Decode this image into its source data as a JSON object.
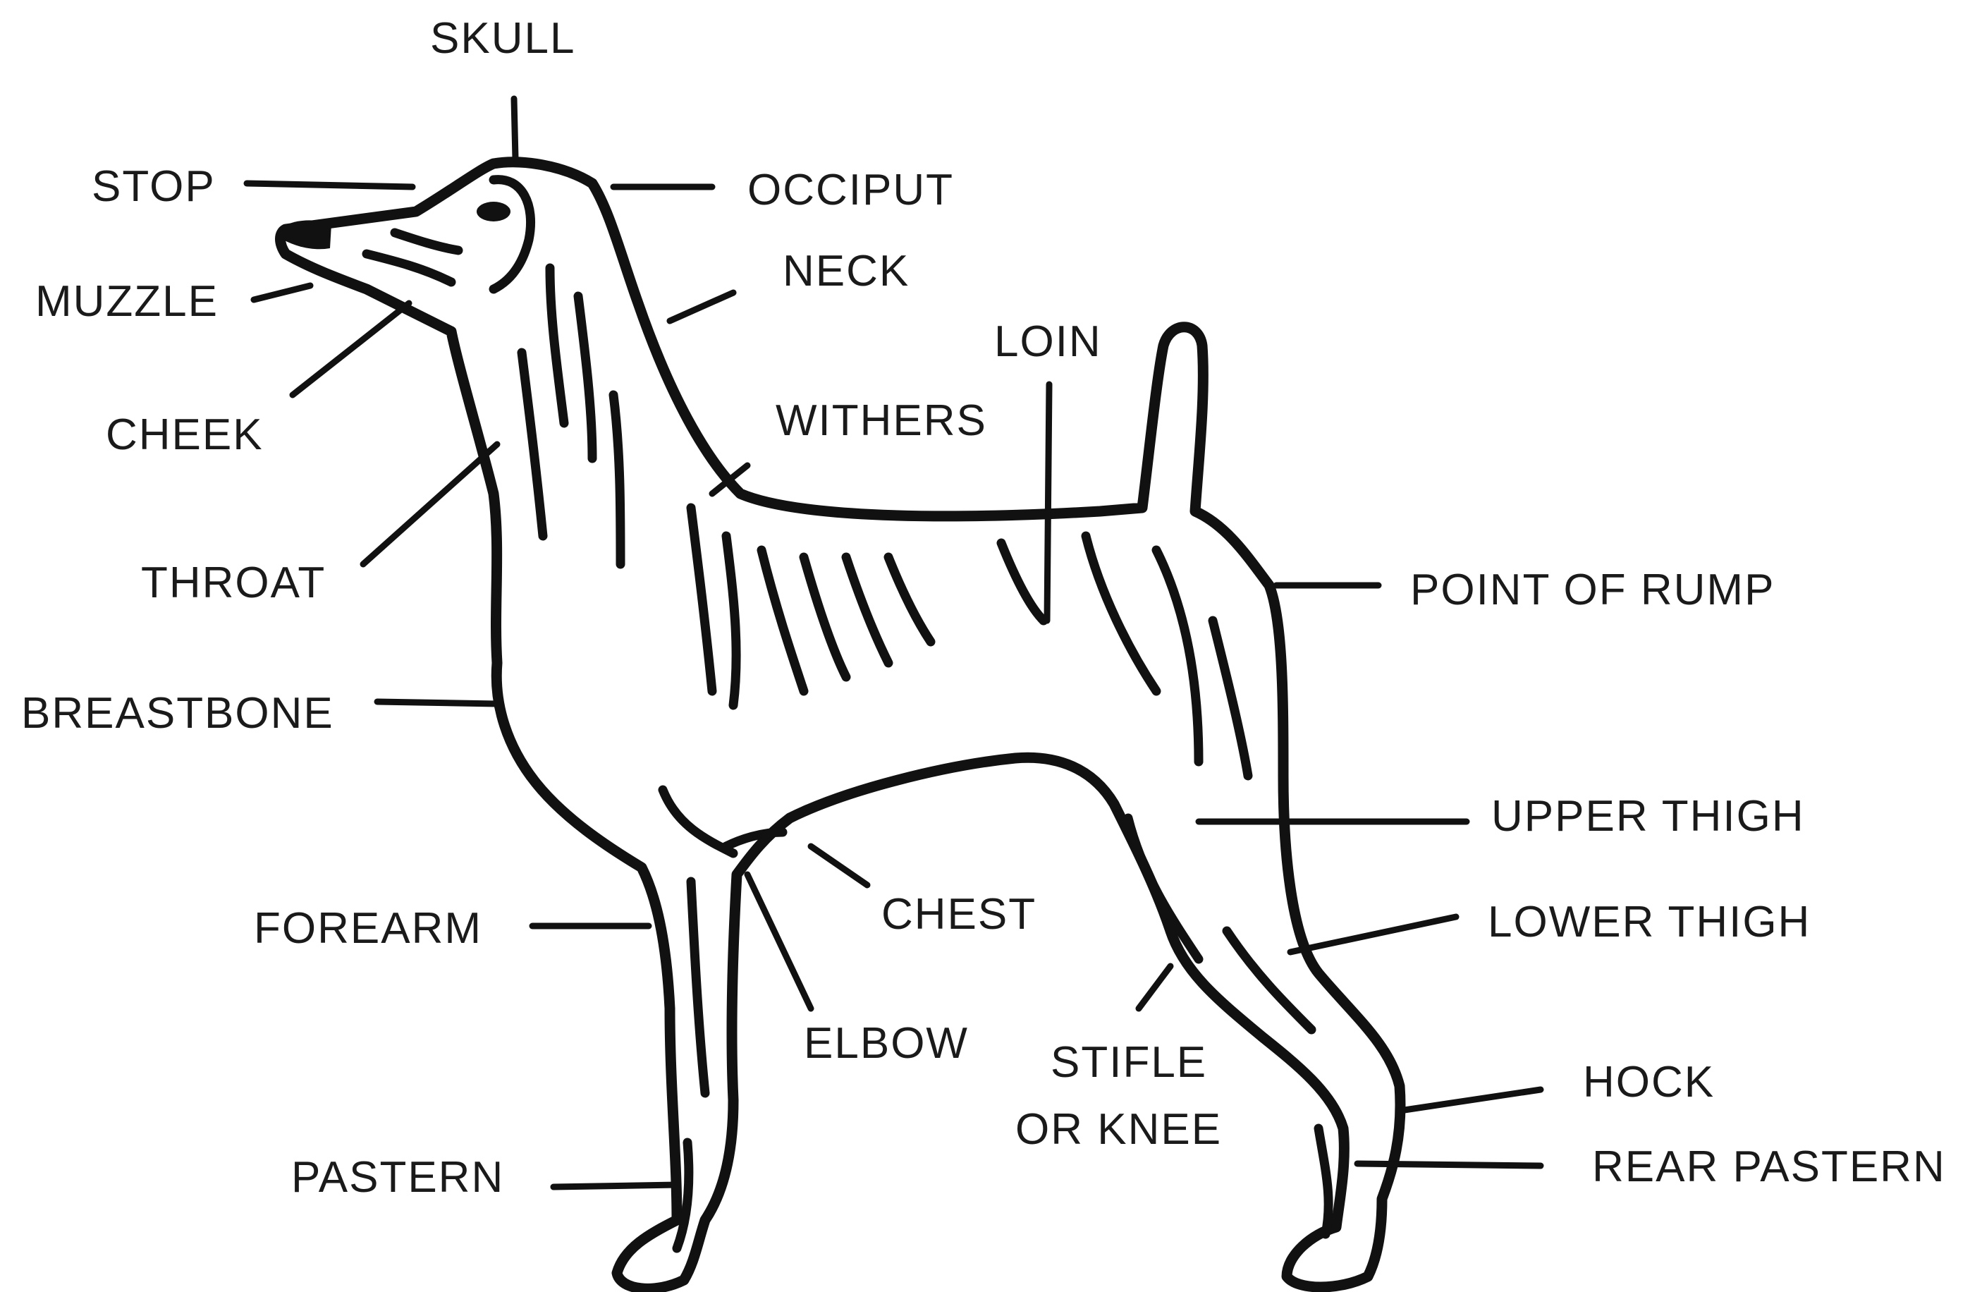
{
  "diagram": {
    "labels": {
      "skull": "SKULL",
      "stop": "STOP",
      "occiput": "OCCIPUT",
      "muzzle": "MUZZLE",
      "neck": "NECK",
      "cheek": "CHEEK",
      "loin": "LOIN",
      "withers": "WITHERS",
      "throat": "THROAT",
      "point_of_rump": "POINT OF RUMP",
      "breastbone": "BREASTBONE",
      "upper_thigh": "UPPER THIGH",
      "chest": "CHEST",
      "lower_thigh": "LOWER THIGH",
      "forearm": "FOREARM",
      "elbow": "ELBOW",
      "stifle_line1": "STIFLE",
      "stifle_line2": "OR KNEE",
      "hock": "HOCK",
      "pastern": "PASTERN",
      "rear_pastern": "REAR PASTERN"
    }
  }
}
